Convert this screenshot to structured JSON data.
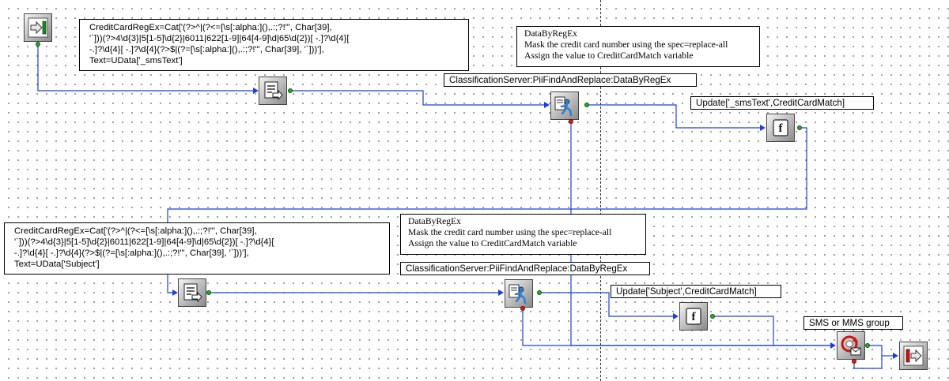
{
  "annotations": {
    "regex_sms": [
      "CreditCardRegEx=Cat['(?>^|(?<=[\\s[:alpha:](),.:;?!\"', Char[39],",
      "'`]))(?>4\\d{3}|5[1-5]\\d{2}|6011|622[1-9]|64[4-9]\\d|65\\d{2})[ -.]?\\d{4}[",
      "-.]?\\d{4}[ -.]?\\d{4}(?>$|(?=[\\s[:alpha:](),.:;?!\"', Char[39], '`]))'],",
      "Text=UData['_smsText']"
    ],
    "regex_subject": [
      "CreditCardRegEx=Cat['(?>^|(?<=[\\s[:alpha:](),.:;?!\"', Char[39],",
      "'`]))(?>4\\d{3}|5[1-5]\\d{2}|6011|622[1-9]|64[4-9]\\d|65\\d{2})[ -.]?\\d{4}[",
      "-.]?\\d{4}[ -.]?\\d{4}(?>$|(?=[\\s[:alpha:](),.:;?!\"', Char[39], '`]))'],",
      "Text=UData['Subject']"
    ],
    "desc_top": [
      "DataByRegEx",
      "Mask the credit card number using the spec=replace-all",
      "Assign the value to CreditCardMatch variable"
    ],
    "desc_mid": [
      "DataByRegEx",
      "Mask the credit card number using the spec=replace-all",
      "Assign the value to CreditCardMatch variable"
    ],
    "caption_server_top": "ClassificationServer:PiiFindAndReplace:DataByRegEx",
    "caption_server_bottom": "ClassificationServer:PiiFindAndReplace:DataByRegEx",
    "caption_update_sms": "Update['_smsText',CreditCardMatch]",
    "caption_update_subject": "Update['Subject',CreditCardMatch]",
    "caption_group": "SMS or MMS group"
  },
  "nodes": [
    {
      "id": "entry",
      "icon": "entry-arrow-icon"
    },
    {
      "id": "assign-sms",
      "icon": "assign-document-icon"
    },
    {
      "id": "server-sms",
      "icon": "classification-server-icon"
    },
    {
      "id": "function-sms",
      "icon": "function-f-icon"
    },
    {
      "id": "assign-subject",
      "icon": "assign-document-icon"
    },
    {
      "id": "server-subject",
      "icon": "classification-server-icon"
    },
    {
      "id": "function-subject",
      "icon": "function-f-icon"
    },
    {
      "id": "group",
      "icon": "group-refresh-envelope-icon"
    },
    {
      "id": "exit",
      "icon": "exit-arrow-icon"
    }
  ],
  "colors": {
    "wire": "#1f3fd6",
    "port_ok": "#2fa32f",
    "port_error": "#d42020",
    "background": "#ffffff",
    "grid_dot": "#4a4a4a"
  }
}
